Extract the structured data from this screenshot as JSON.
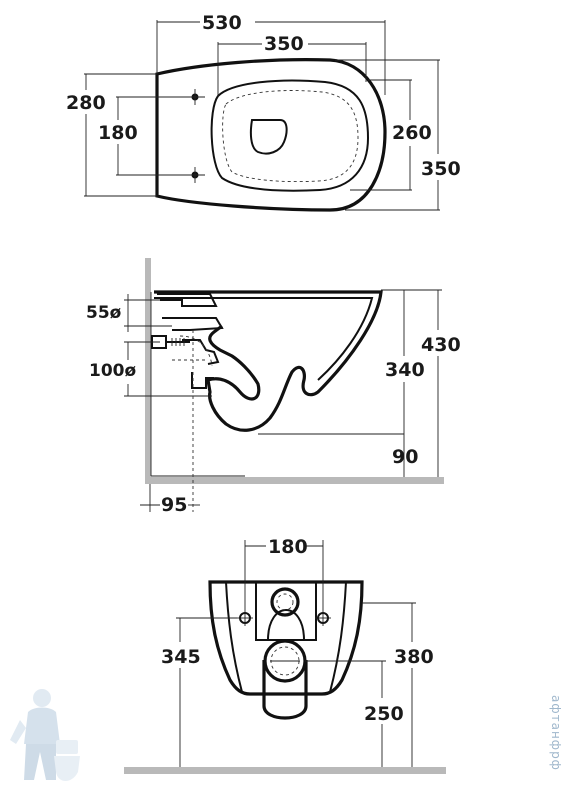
{
  "top_view": {
    "width_total": "530",
    "width_bowl": "350",
    "height_left": "280",
    "bolt_spacing": "180",
    "bowl_inner": "260",
    "depth_right": "350"
  },
  "side_view": {
    "inlet_diameter": "55ø",
    "outlet_diameter": "100ø",
    "height_total": "430",
    "rim_height": "340",
    "bottom_offset": "90",
    "outlet_axis": "95"
  },
  "front_view": {
    "bolt_spacing": "180",
    "bolt_height": "345",
    "total_height": "380",
    "outlet_height": "250"
  },
  "watermark": "aфтанфрф"
}
